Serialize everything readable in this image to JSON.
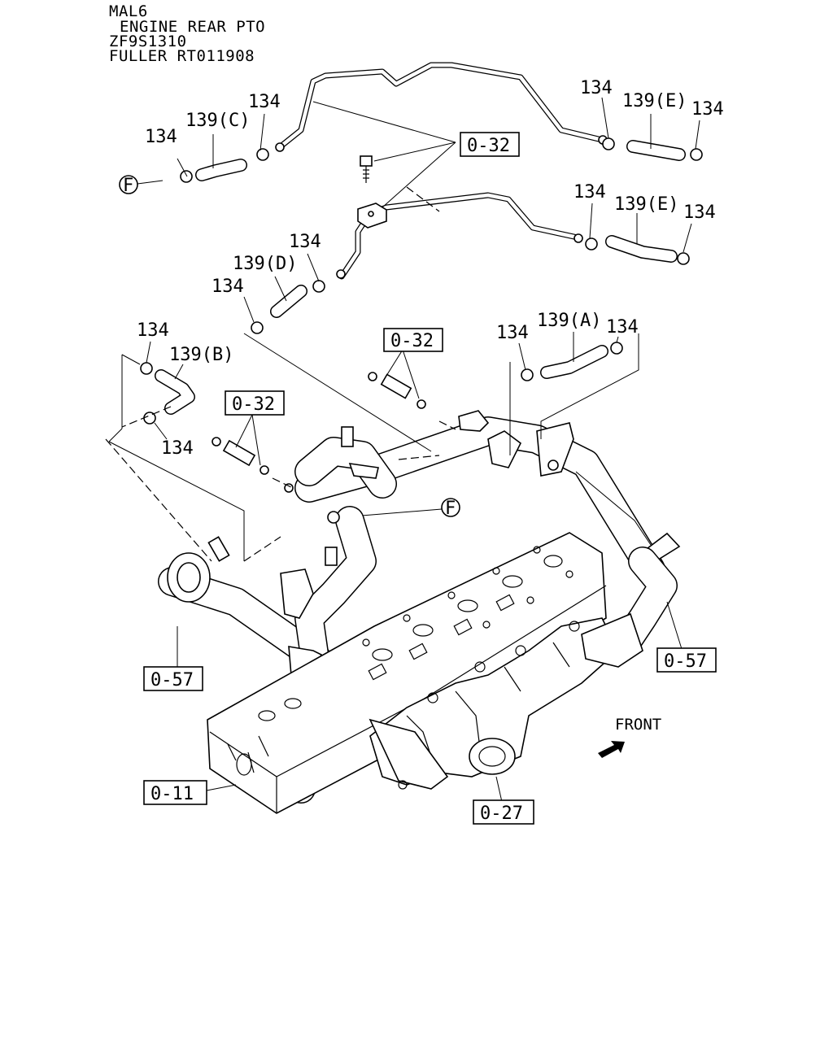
{
  "header": {
    "line1": "MAL6",
    "line2": "ENGINE REAR PTO",
    "line3": "ZF9S1310",
    "line4": "FULLER RT011908"
  },
  "labels": {
    "clamp": "134",
    "hose_a": "139(A)",
    "hose_b": "139(B)",
    "hose_c": "139(C)",
    "hose_d": "139(D)",
    "hose_e": "139(E)",
    "connector_f": "F",
    "front": "FRONT"
  },
  "refs": {
    "pipe": "0-32",
    "turbo": "0-57",
    "cylinder_head": "0-11",
    "manifold": "0-27"
  }
}
